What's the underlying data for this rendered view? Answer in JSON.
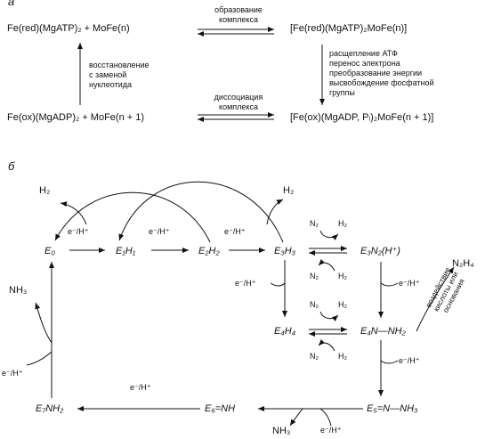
{
  "part_a": {
    "label": "а",
    "top_left": "Fe(red)(MgATP)₂ + MoFe(n)",
    "top_right": "[Fe(red)(MgATP)₂MoFe(n)]",
    "bottom_left": "Fe(ox)(MgADP)₂ + MoFe(n + 1)",
    "bottom_right": "[Fe(ox)(MgADP, Pᵢ)₂MoFe(n + 1)]",
    "top_arrow_label": "образование\nкомплекса",
    "bottom_arrow_label": "диссоциация\nкомплекса",
    "left_arrow_label": "восстановление\nс заменой\nнуклеотида",
    "right_arrow_label": "расщепление АТФ\nперенос электрона\nпреобразование энергии\nвысвобождение фосфатной\nгруппы"
  },
  "part_b": {
    "label": "б",
    "h2_left": "H₂",
    "h2_right": "H₂",
    "e0": "E₀",
    "e1h1": "E₁H₁",
    "e2h2": "E₂H₂",
    "e3h3": "E₃H₃",
    "e3n2h": "E₃N₂(H⁺)",
    "e4h4": "E₄H₄",
    "e4n_nh2": "E₄N—NH₂",
    "e5_n_nh3": "E₅=N—NH₃",
    "e6_nh": "E₆=NH",
    "e7nh2": "E₇NH₂",
    "n2h4": "N₂H₄",
    "nh3_left": "NH₃",
    "nh3_bottom": "NH₃",
    "n2": "N₂",
    "h2": "H₂",
    "eh": "e⁻/H⁺",
    "acid_base_note": "воздействие\nкислоты или\nоснования"
  }
}
